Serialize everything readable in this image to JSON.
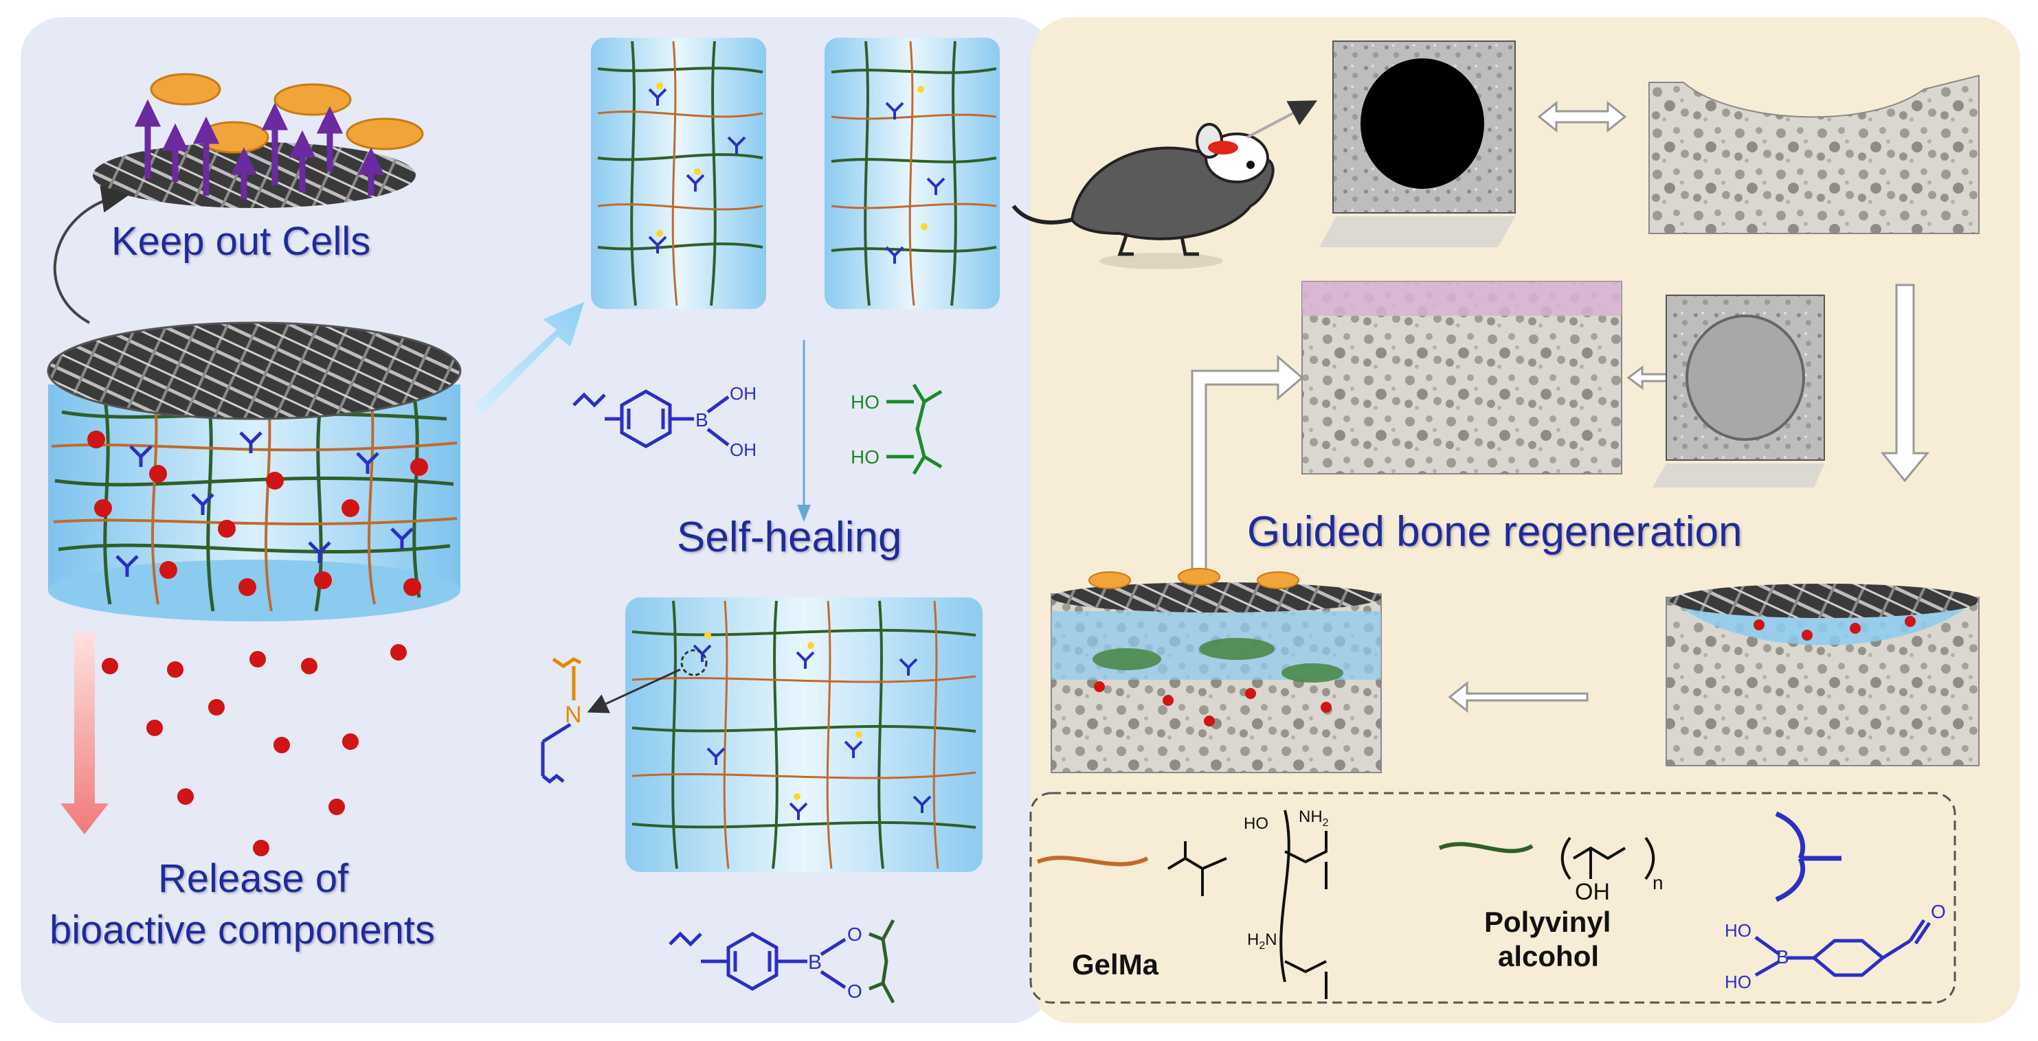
{
  "labels": {
    "keep_out": "Keep out Cells",
    "release_line1": "Release of",
    "release_line2": "bioactive components",
    "self_healing": "Self-healing",
    "guided": "Guided bone regeneration"
  },
  "chem": {
    "oh": "OH",
    "ho": "HO",
    "b": "B",
    "o": "O",
    "n": "N",
    "nh2": "NH",
    "h2n": "H",
    "sub2": "2",
    "sub_n": "n"
  },
  "legend": {
    "gelma": "GelMa",
    "pva_line1": "Polyvinyl",
    "pva_line2": "alcohol"
  },
  "colors": {
    "left_bg": "#e6e9f6",
    "right_bg": "#f7ecd6",
    "title_blue": "#1f2a9e",
    "gel_blue": "#9fd3f1",
    "gelma_orange": "#c06a2e",
    "pva_green": "#2f5f2a",
    "chem_blue": "#2b2fc4",
    "chem_green": "#1c8a2a",
    "imine_orange": "#e08a00",
    "red_dot": "#d11414",
    "cell_orange": "#f0a43a",
    "arrow_purple": "#6a2aa0"
  }
}
